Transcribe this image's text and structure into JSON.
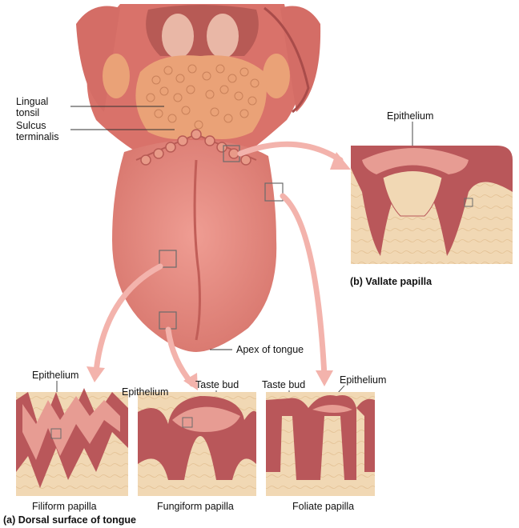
{
  "colors": {
    "tongue": "#e58f86",
    "tongue_dark": "#c9655d",
    "throat": "#d9726a",
    "tonsil": "#eaa277",
    "epithelium": "#b9575a",
    "connective": "#f1d8b4",
    "arrow": "#f3b3ac",
    "box": "#6b6b6b"
  },
  "labels": {
    "lingual_tonsil": "Lingual\ntonsil",
    "sulcus_terminalis": "Sulcus\nterminalis",
    "apex": "Apex of tongue",
    "vallate_epithelium": "Epithelium",
    "filiform_epithelium": "Epithelium",
    "fungiform_epithelium": "Epithelium",
    "fungiform_taste_bud": "Taste bud",
    "foliate_taste_bud": "Taste bud",
    "foliate_epithelium": "Epithelium"
  },
  "captions": {
    "vallate": "(b) Vallate papilla",
    "filiform": "Filiform papilla",
    "fungiform": "Fungiform papilla",
    "foliate": "Foliate papilla",
    "dorsal": "(a) Dorsal surface of tongue"
  }
}
